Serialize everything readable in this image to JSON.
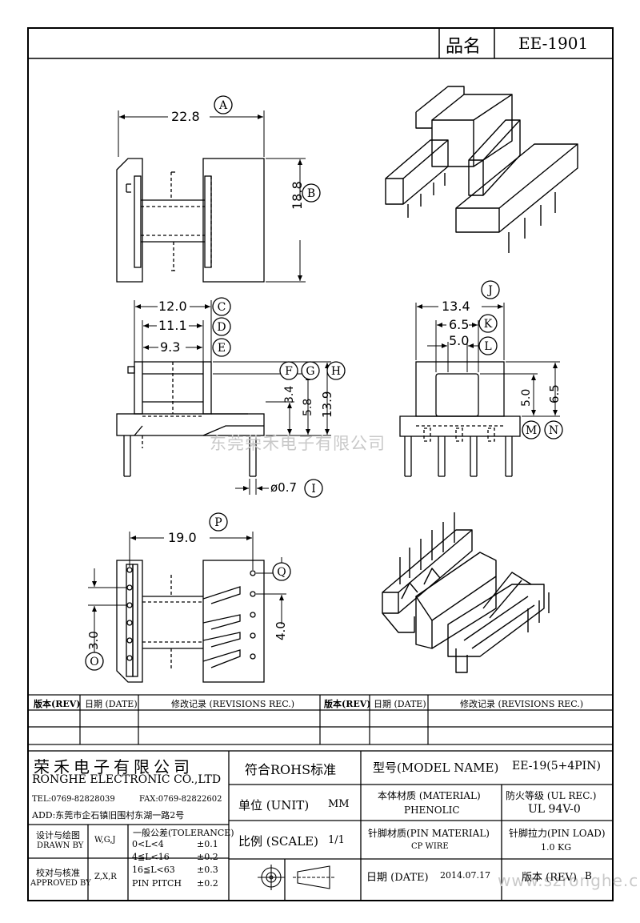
{
  "header": {
    "name_label": "品名",
    "part_no": "EE-1901"
  },
  "dimensions": {
    "A": "22.8",
    "B": "18.8",
    "C": "12.0",
    "D": "11.1",
    "E": "9.3",
    "F": "3.4",
    "G": "5.8",
    "H": "13.9",
    "I": "ø0.7",
    "J": "13.4",
    "K": "6.5",
    "L": "5.0",
    "M": "5.0",
    "N": "6.5",
    "O": "3.0",
    "P": "19.0",
    "Q": "4.0"
  },
  "markers": [
    "A",
    "B",
    "C",
    "D",
    "E",
    "F",
    "G",
    "H",
    "I",
    "J",
    "K",
    "L",
    "M",
    "N",
    "O",
    "P",
    "Q"
  ],
  "watermark": "东莞荣禾电子有限公司",
  "watermark_url": "www.szronghe.cn",
  "revisions": {
    "rev_label": "版本(REV)",
    "date_label": "日期 (DATE)",
    "rec_label": "修改记录 (REVISIONS REC.)"
  },
  "titleblock": {
    "company_cn": "荣禾电子有限公司",
    "company_en": "RONGHE ELECTRONIC CO.,LTD",
    "tel": "TEL:0769-82828039",
    "fax": "FAX:0769-82822602",
    "addr": "ADD:东莞市企石镇旧围村东湖一路2号",
    "rohs": "符合ROHS标准",
    "model_label": "型号(MODEL NAME)",
    "model_value": "EE-19(5+4PIN)",
    "unit_label": "单位 (UNIT)",
    "unit_value": "MM",
    "material_label": "本体材质 (MATERIAL)",
    "material_value": "PHENOLIC",
    "fire_label": "防火等级 (UL REC.)",
    "fire_value": "UL 94V-0",
    "scale_label": "比例 (SCALE)",
    "scale_value": "1/1",
    "pin_material_label": "针脚材质(PIN MATERIAL)",
    "pin_material_value": "CP WIRE",
    "pin_load_label": "针脚拉力(PIN LOAD)",
    "pin_load_value": "1.0 KG",
    "date_label": "日期 (DATE)",
    "date_value": "2014.07.17",
    "rev_label": "版本 (REV)",
    "rev_value": "B",
    "drawn_label_cn": "设计与绘图",
    "drawn_label_en": "DRAWN BY",
    "drawn_value": "W,G,J",
    "approved_label_cn": "校对与核准",
    "approved_label_en": "APPROVED BY",
    "approved_value": "Z,X,R",
    "tolerance_title": "一般公差(TOLERANCE)",
    "tolerances": [
      {
        "range": "0<L<4",
        "value": "±0.1"
      },
      {
        "range": "4≦L<16",
        "value": "±0.2"
      },
      {
        "range": "16≦L<63",
        "value": "±0.3"
      },
      {
        "range": "PIN PITCH",
        "value": "±0.2"
      }
    ]
  }
}
